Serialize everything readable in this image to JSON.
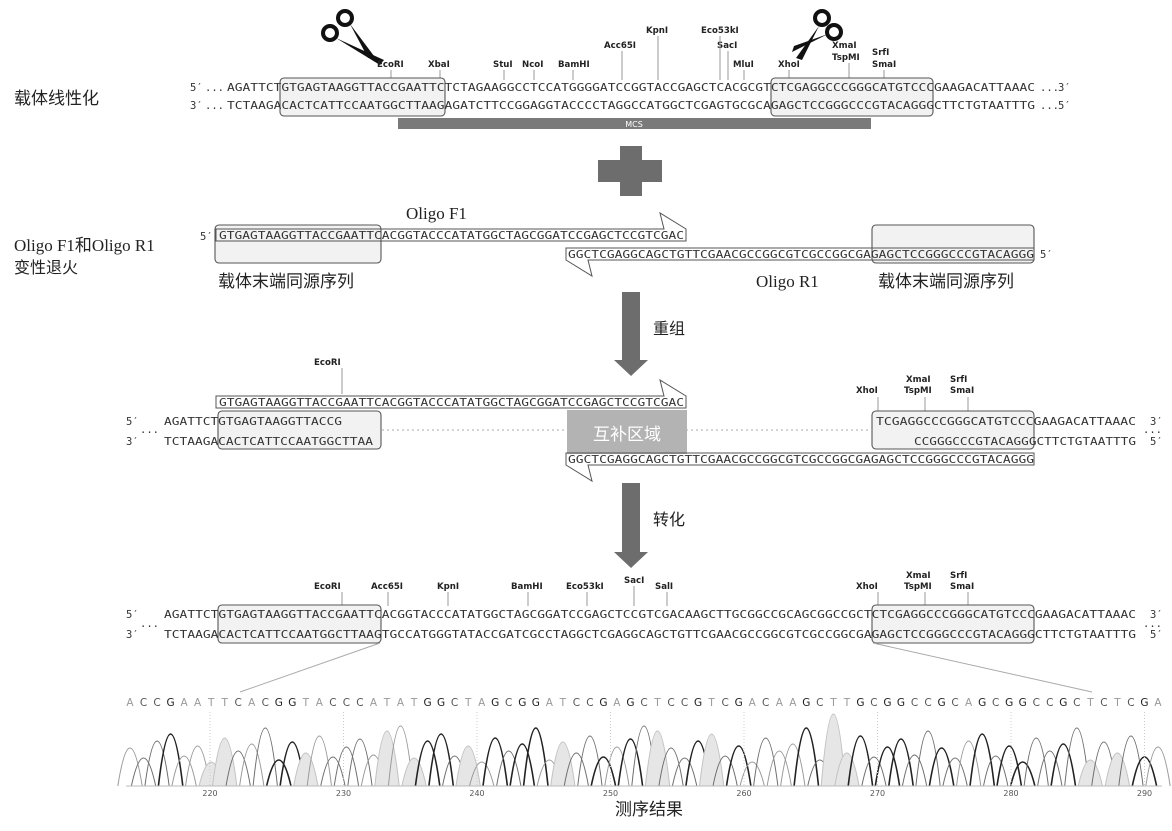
{
  "labels": {
    "linearization": "载体线性化",
    "oligo_anneal_line1": "Oligo F1和Oligo R1",
    "oligo_anneal_line2": "变性退火",
    "oligo_f1": "Oligo F1",
    "oligo_r1": "Oligo R1",
    "homology_left": "载体末端同源序列",
    "homology_right": "载体末端同源序列",
    "recombination": "重组",
    "complementary_region": "互补区域",
    "transformation": "转化",
    "sequencing_result": "测序结果",
    "mcs": "MCS",
    "five_prime": "5′",
    "three_prime": "3′",
    "ellipsis": "..."
  },
  "vector": {
    "top_seq": "AGATTCTGTGAGTAAGGTTACCGAATTCTCTAGAAGGCCTCCATGGGGATCCGGTACCGAGCTCACGCGTCTCGAGGCCCGGGCATGTCCCGAAGACATTAAAC",
    "bottom_seq": "TCTAAGACACTCATTCCAATGGCTTAAGAGATCTTCCGGAGGTACCCCTAGGCCATGGCTCGAGTGCGCAGAGCTCCGGGCCCGTACAGGGCTTCTGTAATTTG",
    "enzymes": [
      "EcoRI",
      "XbaI",
      "StuI",
      "NcoI",
      "BamHI",
      "Acc65I",
      "KpnI",
      "Eco53kI",
      "SacI",
      "MluI",
      "XhoI",
      "XmaI",
      "TspMI",
      "SrfI",
      "SmaI"
    ]
  },
  "oligos": {
    "f1_seq": "GTGAGTAAGGTTACCGAATTCACGGTACCCATATGGCTAGCGGATCCGAGCTCCGTCGAC",
    "r1_seq": "GGCTCGAGGCAGCTGTTCGAACGCCGGCGTCGCCGGCGAGAGCTCCGGGCCCGTACAGGG"
  },
  "recombination_step": {
    "f1_seq": "GTGAGTAAGGTTACCGAATTCACGGTACCCATATGGCTAGCGGATCCGAGCTCCGTCGAC",
    "vector_left_top": "AGATTCTGTGAGTAAGGTTACCG",
    "vector_left_bottom": "TCTAAGACACTCATTCCAATGGCTTAA",
    "vector_right_top": "TCGAGGCCCGGGCATGTCCCGAAGACATTAAAC",
    "vector_right_bottom": "CCGGGCCCGTACAGGGCTTCTGTAATTTG",
    "r1_seq": "GGCTCGAGGCAGCTGTTCGAACGCCGGCGTCGCCGGCGAGAGCTCCGGGCCCGTACAGGG",
    "enzymes": [
      "EcoRI",
      "XhoI",
      "XmaI",
      "TspMI",
      "SrfI",
      "SmaI"
    ]
  },
  "product": {
    "top_seq": "AGATTCTGTGAGTAAGGTTACCGAATTCACGGTACCCATATGGCTAGCGGATCCGAGCTCCGTCGACAAGCTTGCGGCCGCAGCGGCCGCTCTCGAGGCCCGGGCATGTCCCGAAGACATTAAAC",
    "bottom_seq": "TCTAAGACACTCATTCCAATGGCTTAAGTGCCATGGGTATACCGATCGCCTAGGCTCGAGGCAGCTGTTCGAACGCCGGCGTCGCCGGCGAGAGCTCCGGGCCCGTACAGGGCTTCTGTAATTTG",
    "enzymes": [
      "EcoRI",
      "Acc65I",
      "KpnI",
      "BamHI",
      "Eco53kI",
      "SacI",
      "SalI",
      "XhoI",
      "XmaI",
      "TspMI",
      "SrfI",
      "SmaI"
    ]
  },
  "chromatogram": {
    "bases": "ACCGAATTCACGGTACCCATATGGCTAGCGGATCCGAGCTCCGTCGACAAGCTTGCGGCCGCAGCGGCCGCTCTCGA",
    "ticks": [
      "220",
      "230",
      "240",
      "250",
      "260",
      "270",
      "280",
      "290"
    ]
  },
  "colors": {
    "arrow": "#6d6d6d",
    "plus": "#6d6d6d",
    "mcs_bar": "#7a7a7a",
    "complement_box": "#b3b3b3",
    "homology_fill": "#f2f2f2"
  }
}
